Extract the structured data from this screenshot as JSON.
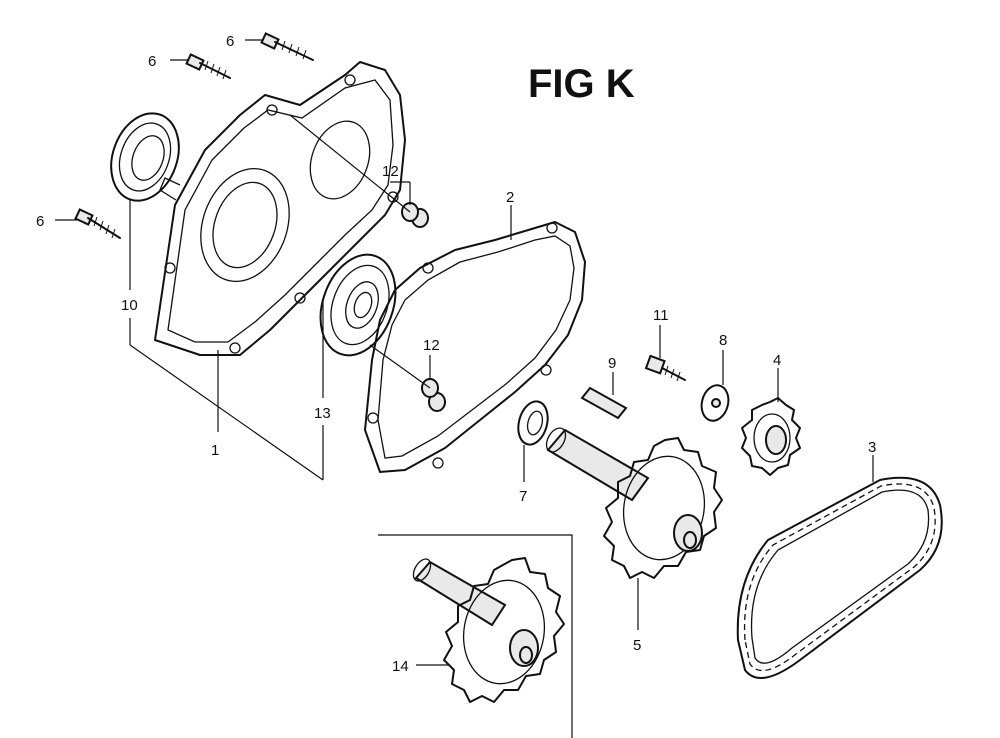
{
  "figure": {
    "title": "FIG K"
  },
  "callouts": {
    "c1": "1",
    "c2": "2",
    "c3": "3",
    "c4": "4",
    "c5": "5",
    "c6a": "6",
    "c6b": "6",
    "c6c": "6",
    "c7": "7",
    "c8": "8",
    "c9": "9",
    "c10": "10",
    "c11": "11",
    "c12a": "12",
    "c12b": "12",
    "c13": "13",
    "c14": "14"
  },
  "colors": {
    "ink": "#111111",
    "background": "#ffffff"
  }
}
